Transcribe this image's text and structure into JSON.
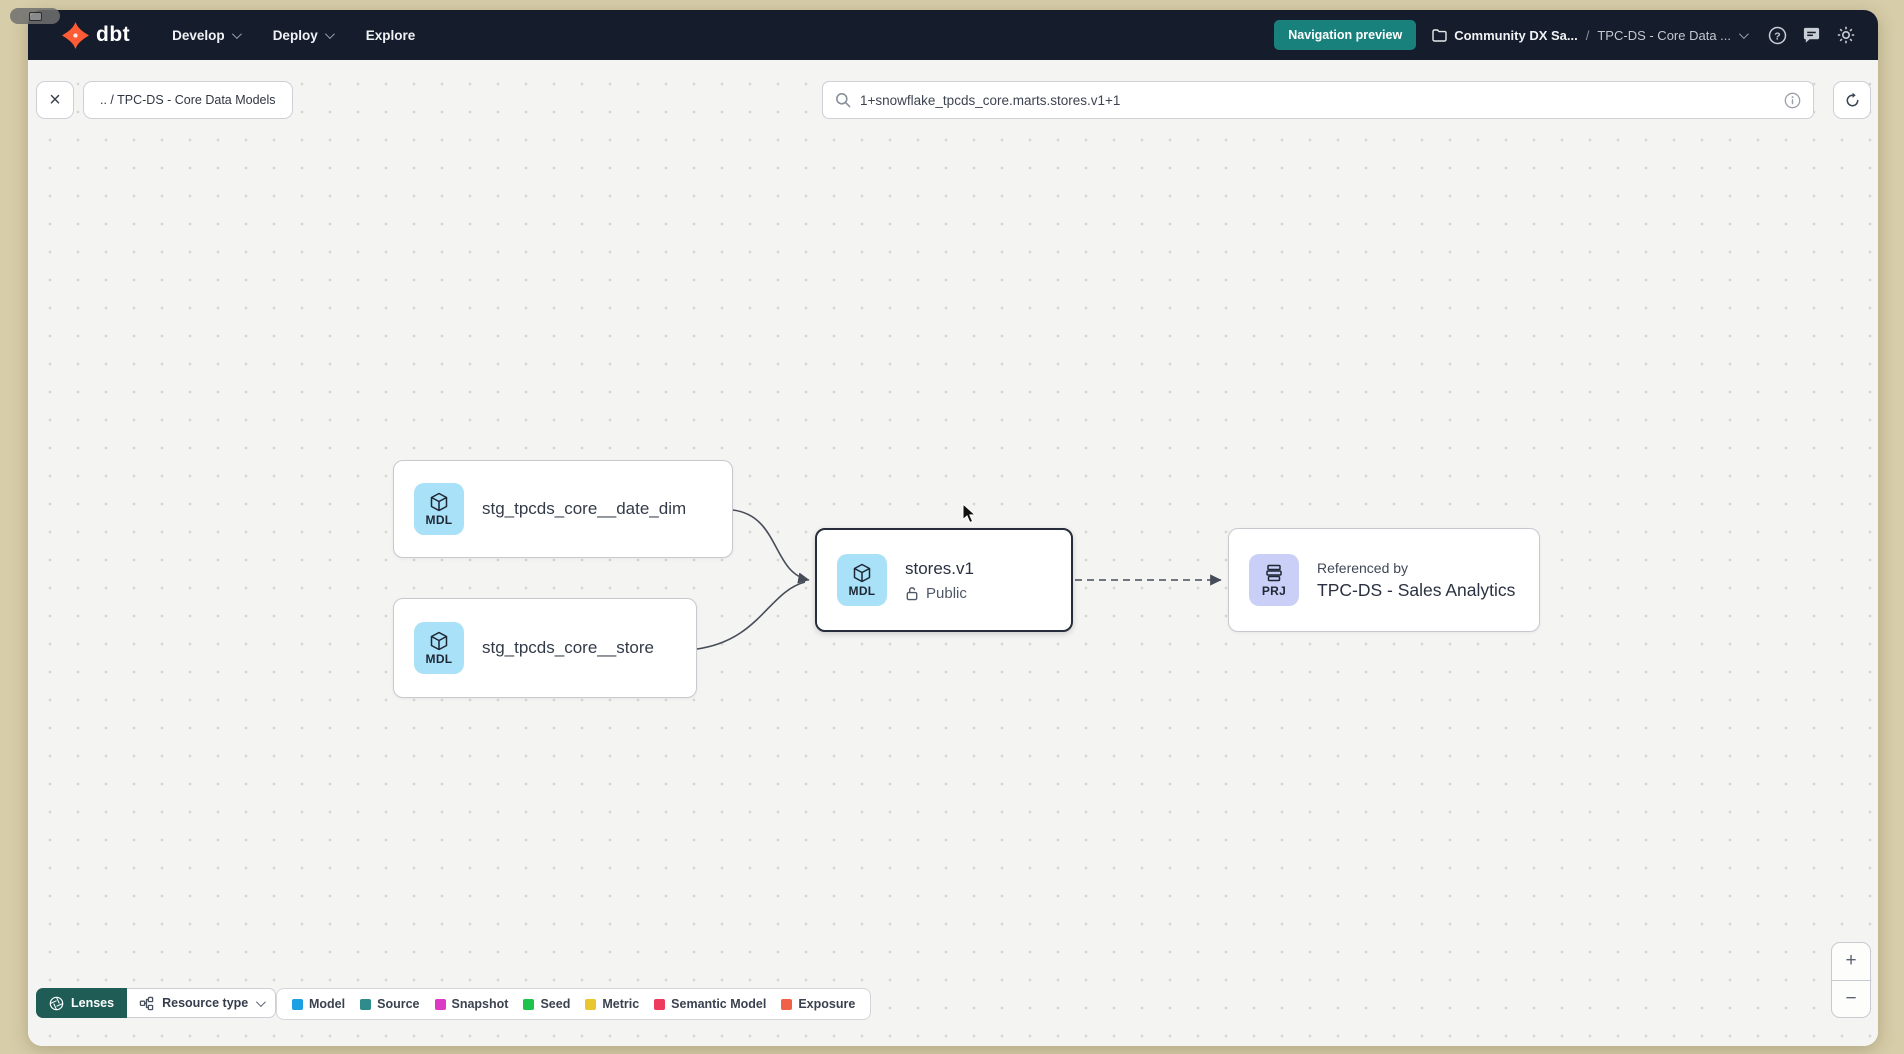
{
  "navbar": {
    "logo_text": "dbt",
    "items": [
      {
        "label": "Develop"
      },
      {
        "label": "Deploy"
      },
      {
        "label": "Explore"
      }
    ],
    "preview_button_label": "Navigation preview",
    "account_name": "Community DX Sa...",
    "breadcrumb_separator": "/",
    "project_name": "TPC-DS - Core Data ..."
  },
  "toolbar": {
    "close_glyph": "×",
    "breadcrumb": ".. / TPC-DS - Core Data Models",
    "search_value": "1+snowflake_tpcds_core.marts.stores.v1+1"
  },
  "graph": {
    "nodes": [
      {
        "badge": "MDL",
        "label": "stg_tpcds_core__date_dim"
      },
      {
        "badge": "MDL",
        "label": "stg_tpcds_core__store"
      },
      {
        "badge": "MDL",
        "label": "stores.v1",
        "sublabel": "Public"
      },
      {
        "badge": "PRJ",
        "label": "TPC-DS - Sales Analytics",
        "sublabel": "Referenced by"
      }
    ]
  },
  "footer": {
    "lenses_label": "Lenses",
    "resource_type_label": "Resource type",
    "legend": [
      {
        "label": "Model",
        "color": "#1ca0e3"
      },
      {
        "label": "Source",
        "color": "#2f8a8b"
      },
      {
        "label": "Snapshot",
        "color": "#db3ac5"
      },
      {
        "label": "Seed",
        "color": "#1fc24b"
      },
      {
        "label": "Metric",
        "color": "#e9c62d"
      },
      {
        "label": "Semantic Model",
        "color": "#ee3a5c"
      },
      {
        "label": "Exposure",
        "color": "#ef6149"
      }
    ],
    "zoom_in": "+",
    "zoom_out": "−"
  }
}
